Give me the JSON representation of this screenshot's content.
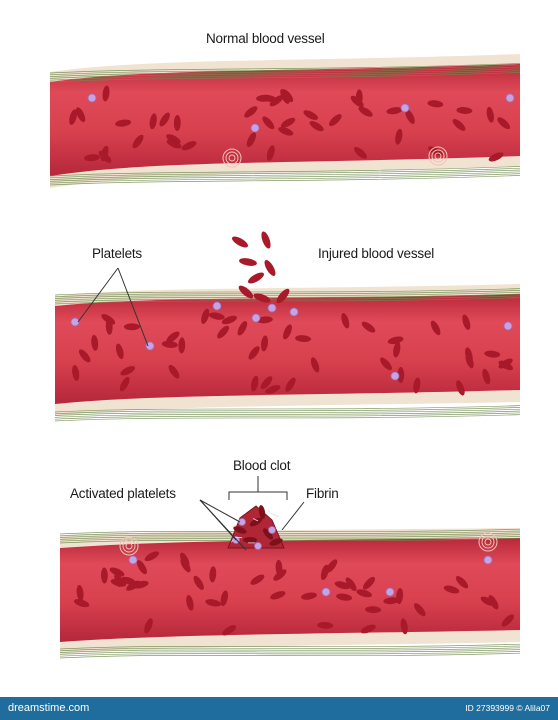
{
  "labels": {
    "normal": "Normal blood vessel",
    "injured": "Injured blood vessel",
    "platelets": "Platelets",
    "blood_clot": "Blood clot",
    "activated_platelets": "Activated platelets",
    "fibrin": "Fibrin"
  },
  "footer": {
    "brand": "dreamstime.com",
    "image_id": "ID 27393999 © Alila07"
  },
  "colors": {
    "lumen": "#d93b4a",
    "cell": "#a8192a",
    "platelet": "#c7a3e0",
    "fiber": "#6f8a4c",
    "footer": "#1f6d9c"
  }
}
